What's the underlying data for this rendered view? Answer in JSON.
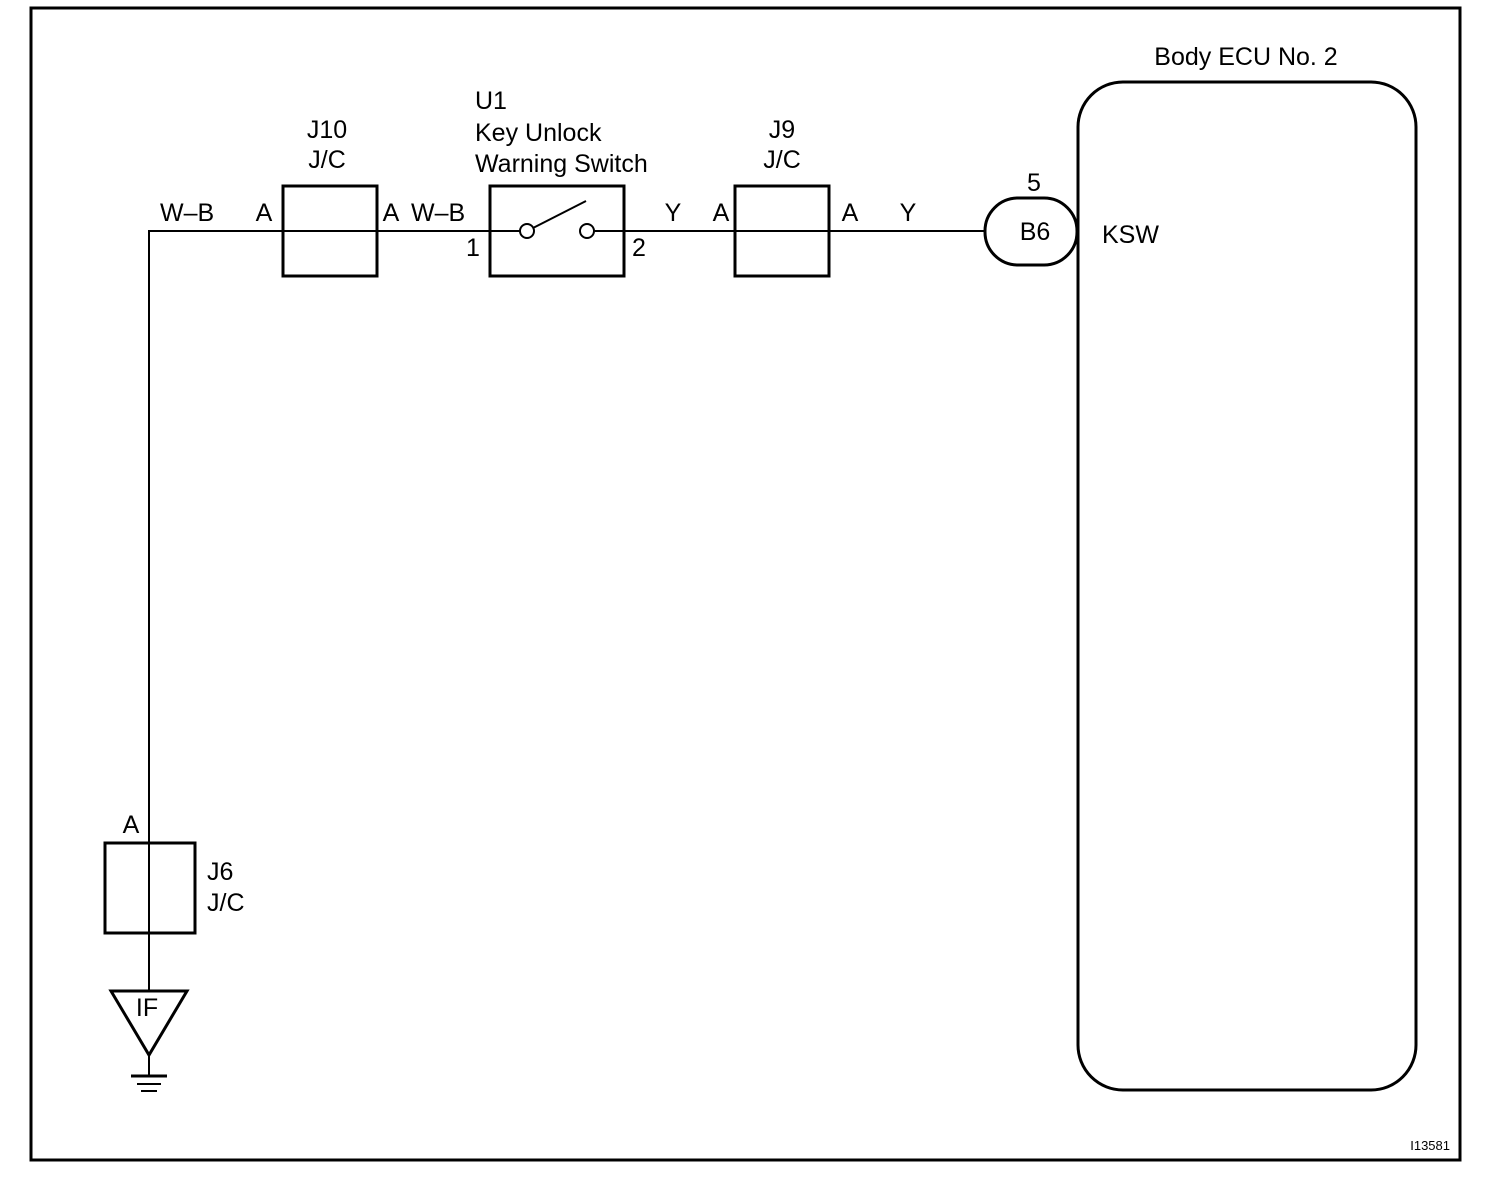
{
  "colors": {
    "line": "#000000",
    "background": "#ffffff"
  },
  "ecu": {
    "title": "Body ECU No. 2",
    "terminal": "KSW"
  },
  "connector_b6": {
    "id": "B6",
    "pin": "5"
  },
  "j10": {
    "id": "J10",
    "type": "J/C",
    "pin_left": "A",
    "pin_right": "A"
  },
  "u1": {
    "id": "U1",
    "name_line1": "Key Unlock",
    "name_line2": "Warning Switch",
    "pin1": "1",
    "pin2": "2"
  },
  "j9": {
    "id": "J9",
    "type": "J/C",
    "pin_left": "A",
    "pin_right": "A"
  },
  "j6": {
    "id": "J6",
    "type": "J/C",
    "pin_top": "A"
  },
  "ground": {
    "id": "IF"
  },
  "wires": {
    "ground_to_j10": "W–B",
    "j10_to_u1": "W–B",
    "u1_to_j9": "Y",
    "j9_to_ecu": "Y"
  },
  "figure_code": "I13581"
}
